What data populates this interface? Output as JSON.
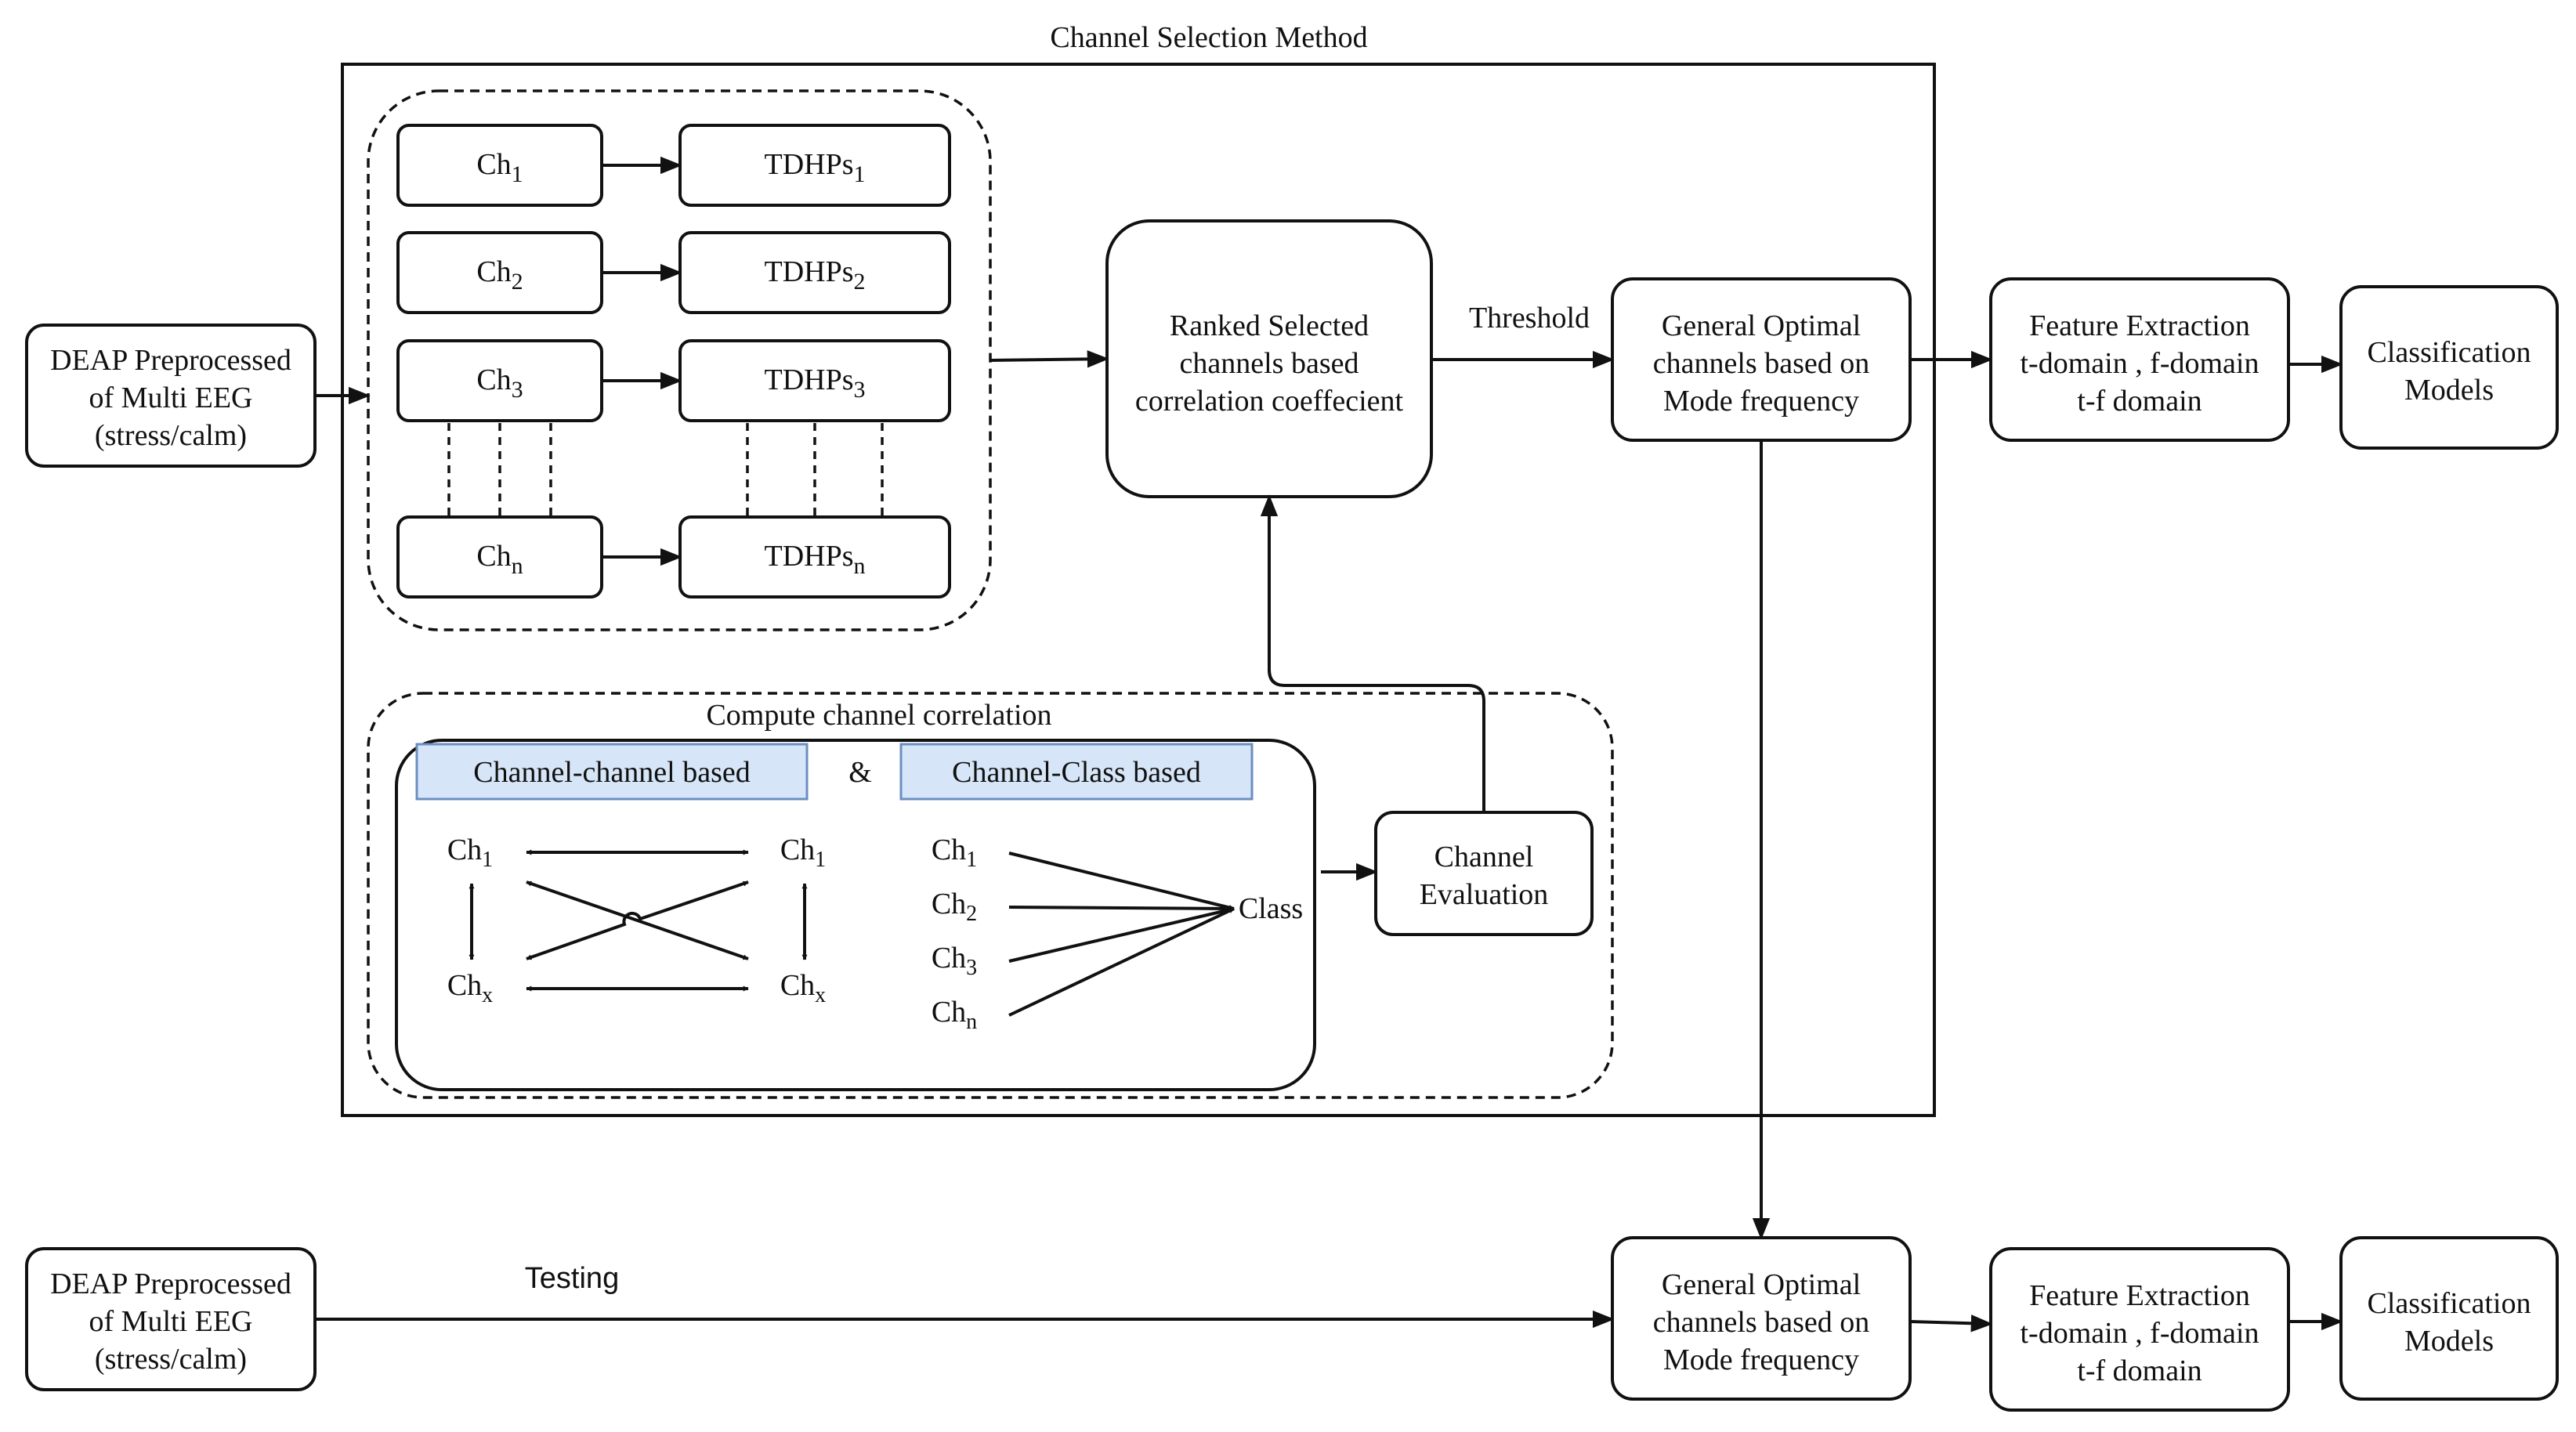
{
  "title": "Channel Selection Method",
  "input_box": {
    "line1": "DEAP Preprocessed",
    "line2": "of Multi EEG",
    "line3": "(stress/calm)"
  },
  "channels": [
    {
      "ch": "Ch",
      "sub": "1",
      "tdhp": "TDHPs",
      "tsub": "1"
    },
    {
      "ch": "Ch",
      "sub": "2",
      "tdhp": "TDHPs",
      "tsub": "2"
    },
    {
      "ch": "Ch",
      "sub": "3",
      "tdhp": "TDHPs",
      "tsub": "3"
    },
    {
      "ch": "Ch",
      "sub": "n",
      "tdhp": "TDHPs",
      "tsub": "n"
    }
  ],
  "ranked_box": {
    "line1": "Ranked Selected",
    "line2": "channels based",
    "line3": "correlation coeffecient"
  },
  "threshold_label": "Threshold",
  "general_box": {
    "line1": "General Optimal",
    "line2": "channels based on",
    "line3": "Mode frequency"
  },
  "feature_box": {
    "line1": "Feature Extraction",
    "line2": "t-domain , f-domain",
    "line3": "t-f domain"
  },
  "classification_box": {
    "line1": "Classification",
    "line2": "Models"
  },
  "correlation": {
    "title": "Compute channel correlation",
    "tag_channel": "Channel-channel based",
    "ampersand": "&",
    "tag_class": "Channel-Class based",
    "cc_labels": {
      "tl": {
        "t": "Ch",
        "s": "1"
      },
      "tr": {
        "t": "Ch",
        "s": "1"
      },
      "bl": {
        "t": "Ch",
        "s": "x"
      },
      "br": {
        "t": "Ch",
        "s": "x"
      }
    },
    "class_channels": [
      {
        "t": "Ch",
        "s": "1"
      },
      {
        "t": "Ch",
        "s": "2"
      },
      {
        "t": "Ch",
        "s": "3"
      },
      {
        "t": "Ch",
        "s": "n"
      }
    ],
    "class_label": "Class"
  },
  "evaluation_box": {
    "line1": "Channel",
    "line2": "Evaluation"
  },
  "testing_label": "Testing"
}
